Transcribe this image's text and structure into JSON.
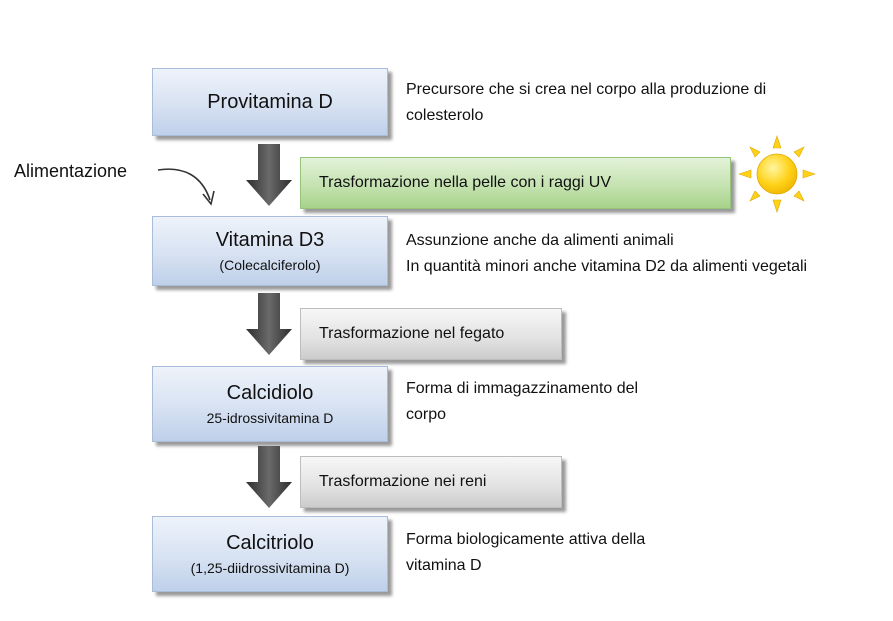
{
  "stages": [
    {
      "title": "Provitamina D",
      "subtitle": ""
    },
    {
      "title": "Vitamina D3",
      "subtitle": "(Colecalciferolo)"
    },
    {
      "title": "Calcidiolo",
      "subtitle": "25-idrossivitamina D"
    },
    {
      "title": "Calcitriolo",
      "subtitle": "(1,25-diidrossivitamina D)"
    }
  ],
  "steps": [
    {
      "label": "Trasformazione nella pelle con i raggi UV"
    },
    {
      "label": "Trasformazione nel fegato"
    },
    {
      "label": "Trasformazione nei reni"
    }
  ],
  "descriptions": [
    {
      "line1": "Precursore che si crea nel corpo alla produzione di",
      "line2": "colesterolo"
    },
    {
      "line1": "Assunzione anche da alimenti animali",
      "line2": "In quantità minori anche vitamina D2 da alimenti vegetali"
    },
    {
      "line1": "Forma di immagazzinamento del",
      "line2": "corpo"
    },
    {
      "line1": "Forma biologicamente attiva della",
      "line2": "vitamina D"
    }
  ],
  "side_label": "Alimentazione",
  "icons": {
    "sun": "sun-icon",
    "curve_arrow": "curved-arrow-icon",
    "down_arrow": "down-arrow-icon"
  },
  "colors": {
    "stage_fill": "#d7e2f2",
    "uv_step_fill": "#c2e1ad",
    "gray_step_fill": "#e2e2e2",
    "arrow": "#4a4a4a",
    "sun": "#ffd21a"
  }
}
